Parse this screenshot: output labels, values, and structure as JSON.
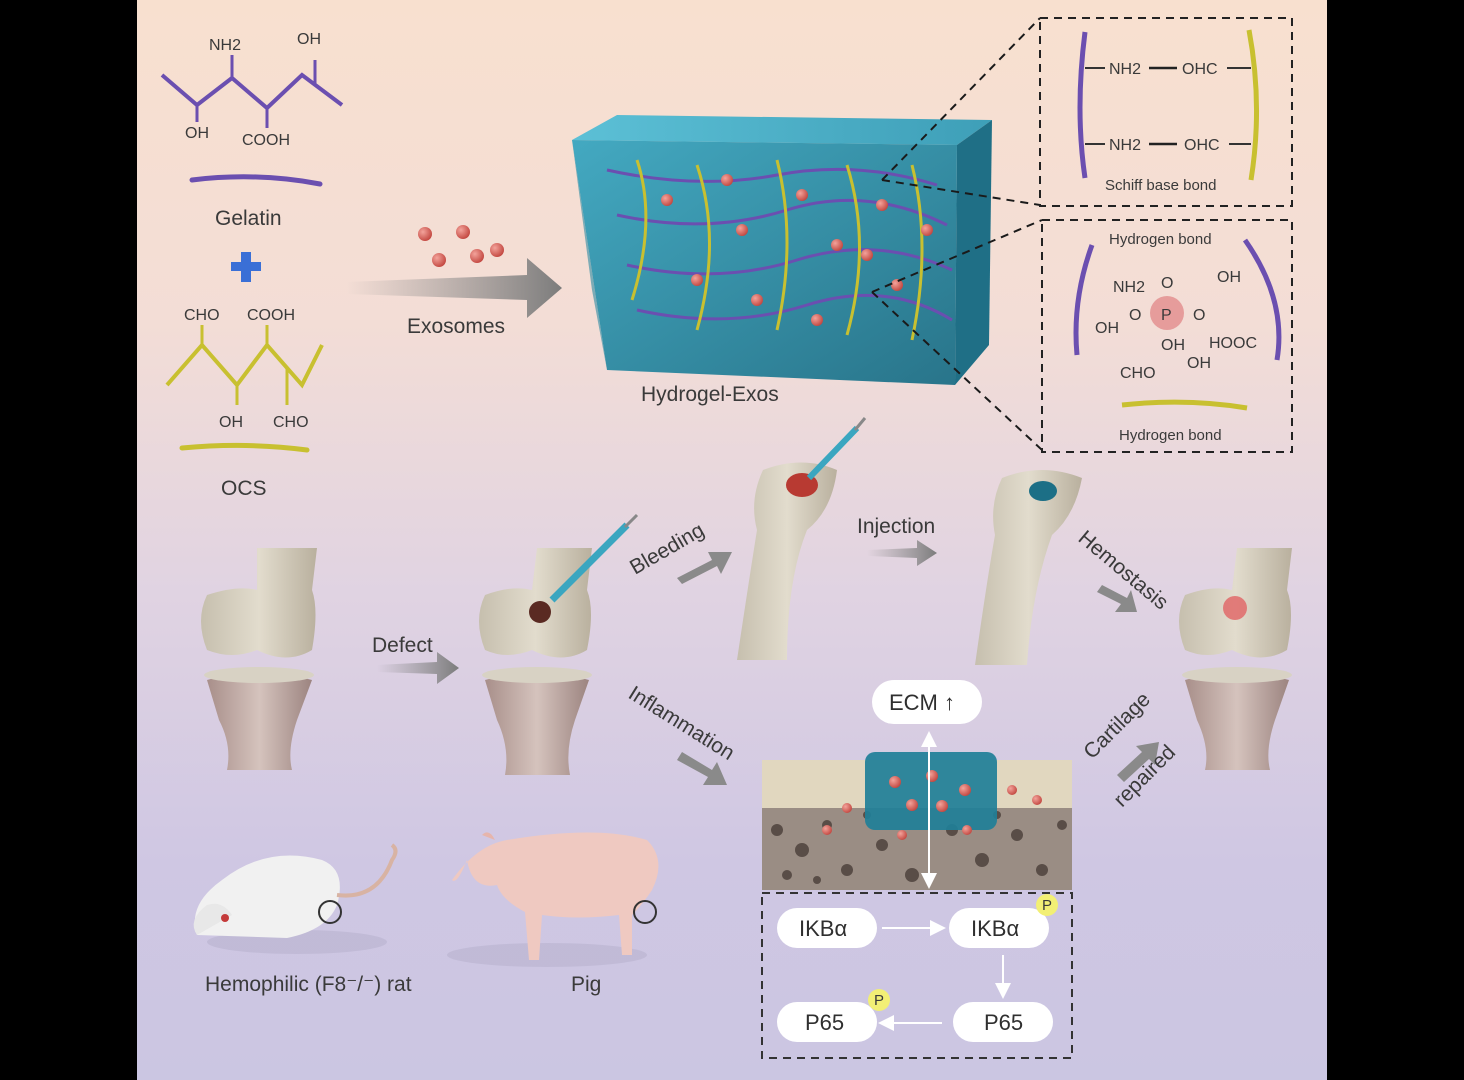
{
  "top": {
    "gelatin": {
      "label": "Gelatin",
      "groups": [
        "NH2",
        "OH",
        "OH",
        "COOH"
      ]
    },
    "plus_symbol": "+",
    "ocs": {
      "label": "OCS",
      "groups": [
        "CHO",
        "COOH",
        "OH",
        "CHO"
      ]
    },
    "exosomes_label": "Exosomes",
    "hydrogel_label": "Hydrogel-Exos",
    "schiff_box": {
      "rows": [
        [
          "NH2",
          "OHC"
        ],
        [
          "NH2",
          "OHC"
        ]
      ],
      "caption": "Schiff base bond"
    },
    "hbond_box": {
      "top_caption": "Hydrogen bond",
      "bottom_caption": "Hydrogen bond",
      "groups": [
        "NH2",
        "O",
        "OH",
        "O",
        "P",
        "O",
        "OH",
        "OH",
        "HOOC",
        "CHO",
        "OH"
      ]
    }
  },
  "process": {
    "defect_label": "Defect",
    "bleeding_label": "Bleeding",
    "injection_label": "Injection",
    "hemostasis_label": "Hemostasis",
    "inflammation_label": "Inflammation",
    "cartilage_label_1": "Cartilage",
    "cartilage_label_2": "repaired",
    "ecm_label": "ECM ↑"
  },
  "pathway": {
    "nodes": [
      "IKBα",
      "IKBα",
      "P65",
      "P65"
    ],
    "phospho": "P"
  },
  "models": {
    "rat_label": "Hemophilic (F8⁻/⁻) rat",
    "pig_label": "Pig"
  },
  "colors": {
    "gelatin": "#6b4fb0",
    "ocs": "#c8c030",
    "hydrogel": "#2f8fa8",
    "exosome": "#d9605a",
    "bone": "#d6cfc0",
    "arrow": "#8a8a8a"
  }
}
